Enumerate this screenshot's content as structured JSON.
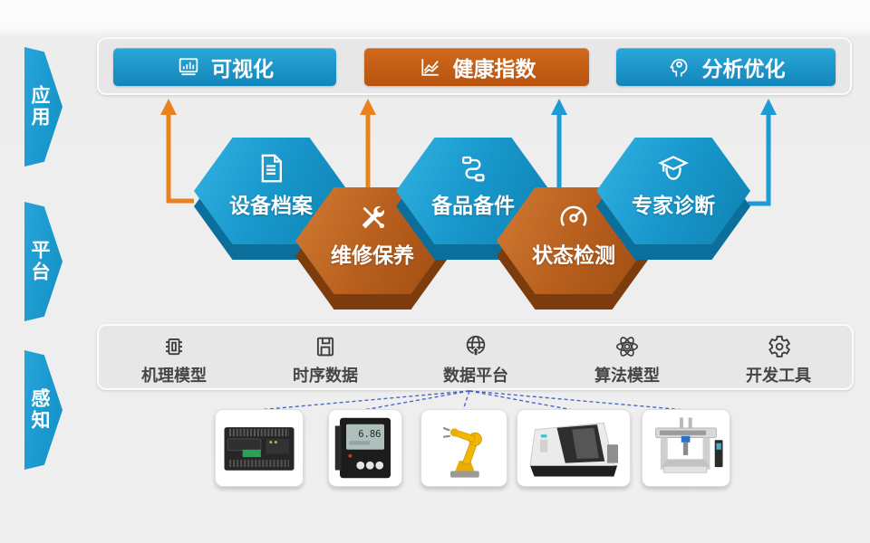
{
  "layer_banners": [
    {
      "label": "应用"
    },
    {
      "label": "平台"
    },
    {
      "label": "感知"
    }
  ],
  "app_buttons": [
    {
      "label": "可视化",
      "color": "#1d9cd2",
      "icon": "monitor-chart-icon"
    },
    {
      "label": "健康指数",
      "color": "#c25c14",
      "icon": "line-chart-icon"
    },
    {
      "label": "分析优化",
      "color": "#1d9cd2",
      "icon": "head-gear-icon"
    }
  ],
  "hexagons": [
    {
      "label": "设备档案",
      "color": "#1898cc",
      "icon": "document-icon"
    },
    {
      "label": "维修保养",
      "color": "#b85f1e",
      "icon": "tools-icon"
    },
    {
      "label": "备品备件",
      "color": "#1898cc",
      "icon": "cable-icon"
    },
    {
      "label": "状态检测",
      "color": "#b85f1e",
      "icon": "gauge-icon"
    },
    {
      "label": "专家诊断",
      "color": "#1898cc",
      "icon": "expert-icon"
    }
  ],
  "platform_items": [
    {
      "label": "机理模型",
      "icon": "chip-icon"
    },
    {
      "label": "时序数据",
      "icon": "floppy-disk-icon"
    },
    {
      "label": "数据平台",
      "icon": "globe-network-icon"
    },
    {
      "label": "算法模型",
      "icon": "atom-icon"
    },
    {
      "label": "开发工具",
      "icon": "gear-icon"
    }
  ],
  "devices": [
    {
      "name": "plc-controller"
    },
    {
      "name": "panel-meter",
      "display": "6.86"
    },
    {
      "name": "robot-arm"
    },
    {
      "name": "cnc-machine"
    },
    {
      "name": "gantry-machine"
    }
  ],
  "colors": {
    "banner_blue": "#1999cf",
    "arrow_orange": "#e8821e",
    "arrow_blue": "#1d9bd4",
    "dashed_line": "#4a66c8",
    "platform_text": "#454545"
  }
}
